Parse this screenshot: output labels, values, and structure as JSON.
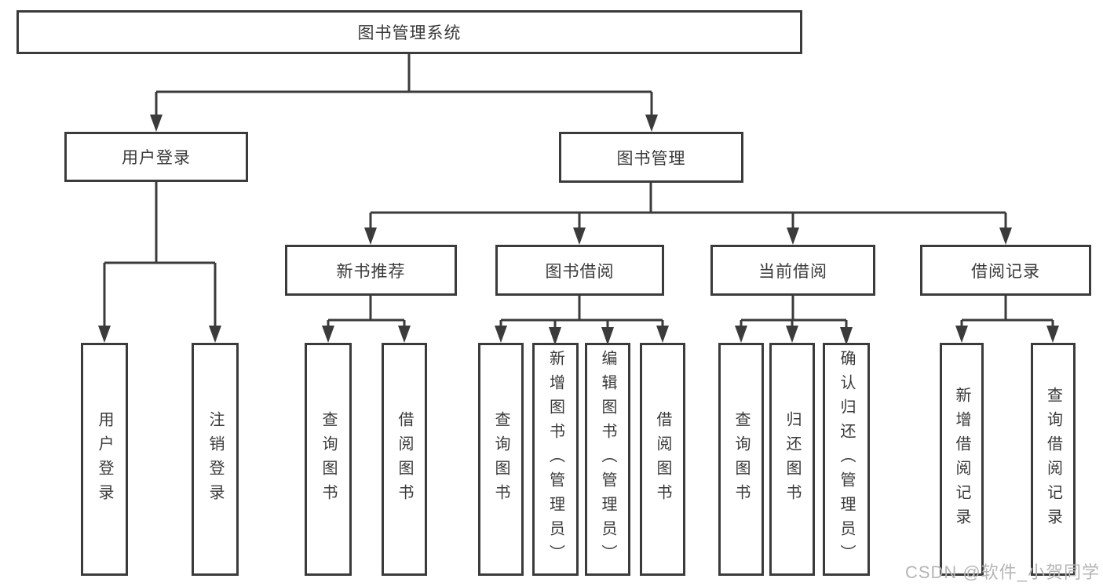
{
  "tree": {
    "root": "图书管理系统",
    "branches": [
      {
        "label": "用户登录",
        "children": [
          "用户登录",
          "注销登录"
        ]
      },
      {
        "label": "图书管理",
        "sections": [
          {
            "label": "新书推荐",
            "children": [
              "查询图书",
              "借阅图书"
            ]
          },
          {
            "label": "图书借阅",
            "children": [
              "查询图书",
              "新增图书（管理员）",
              "编辑图书（管理员）",
              "借阅图书"
            ]
          },
          {
            "label": "当前借阅",
            "children": [
              "查询图书",
              "归还图书",
              "确认归还（管理员）"
            ]
          },
          {
            "label": "借阅记录",
            "children": [
              "新增借阅记录",
              "查询借阅记录"
            ]
          }
        ]
      }
    ]
  },
  "watermark": {
    "text": "CSDN @软件_小贺同学"
  },
  "colors": {
    "line": "#3b3b3b",
    "text": "#3a3a3a",
    "box_background": "#ffffff",
    "watermark": "#b5b5b5"
  }
}
